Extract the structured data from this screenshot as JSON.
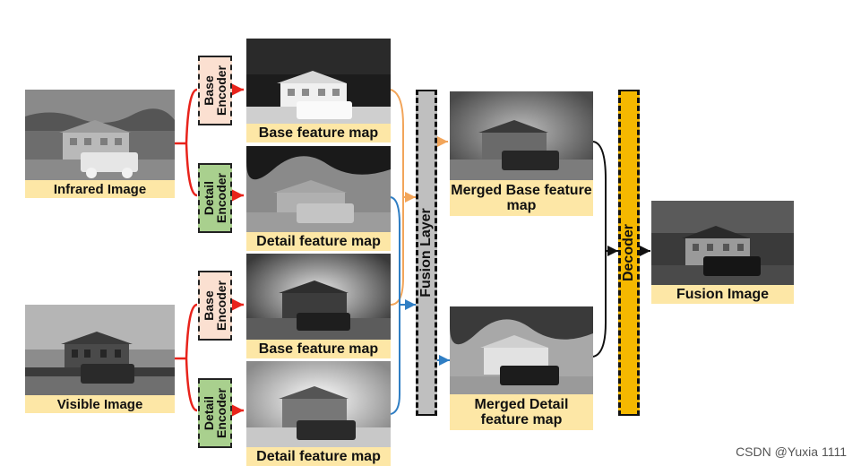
{
  "images": {
    "infrared": "Infrared Image",
    "visible": "Visible Image",
    "ir_base": "Base feature map",
    "ir_detail": "Detail feature map",
    "vis_base": "Base feature map",
    "vis_detail": "Detail feature map",
    "merged_base": "Merged Base feature map",
    "merged_detail": "Merged Detail feature map",
    "fusion": "Fusion Image"
  },
  "encoders": {
    "base_top": "Base Encoder",
    "detail_top": "Detail Encoder",
    "base_bottom": "Base Encoder",
    "detail_bottom": "Detail Encoder"
  },
  "fusion_layer": "Fusion Layer",
  "decoder": "Decoder",
  "watermark": "CSDN @Yuxia 1111",
  "colors": {
    "caption_bg": "#fde7a6",
    "base_encoder": "#fbe0d1",
    "detail_encoder": "#a9d08e",
    "fusion_layer": "#bfbfbf",
    "decoder": "#f5b800",
    "arrow_red": "#e8231b",
    "arrow_orange": "#f2a55a",
    "arrow_blue": "#2f7ec4",
    "arrow_black": "#111111"
  }
}
